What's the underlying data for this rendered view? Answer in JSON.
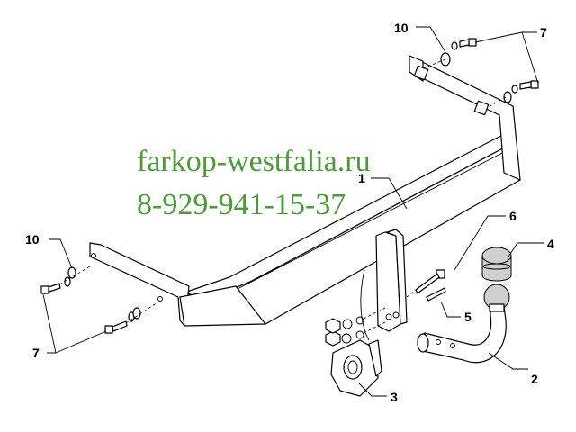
{
  "watermark": {
    "site": "farkop-westfalia.ru",
    "phone": "8-929-941-15-37",
    "color": "#4e9a3a"
  },
  "callouts": {
    "c1": "1",
    "c2": "2",
    "c3": "3",
    "c4": "4",
    "c5": "5",
    "c6": "6",
    "c7_top": "7",
    "c7_left": "7",
    "c10_top": "10",
    "c10_left": "10"
  }
}
